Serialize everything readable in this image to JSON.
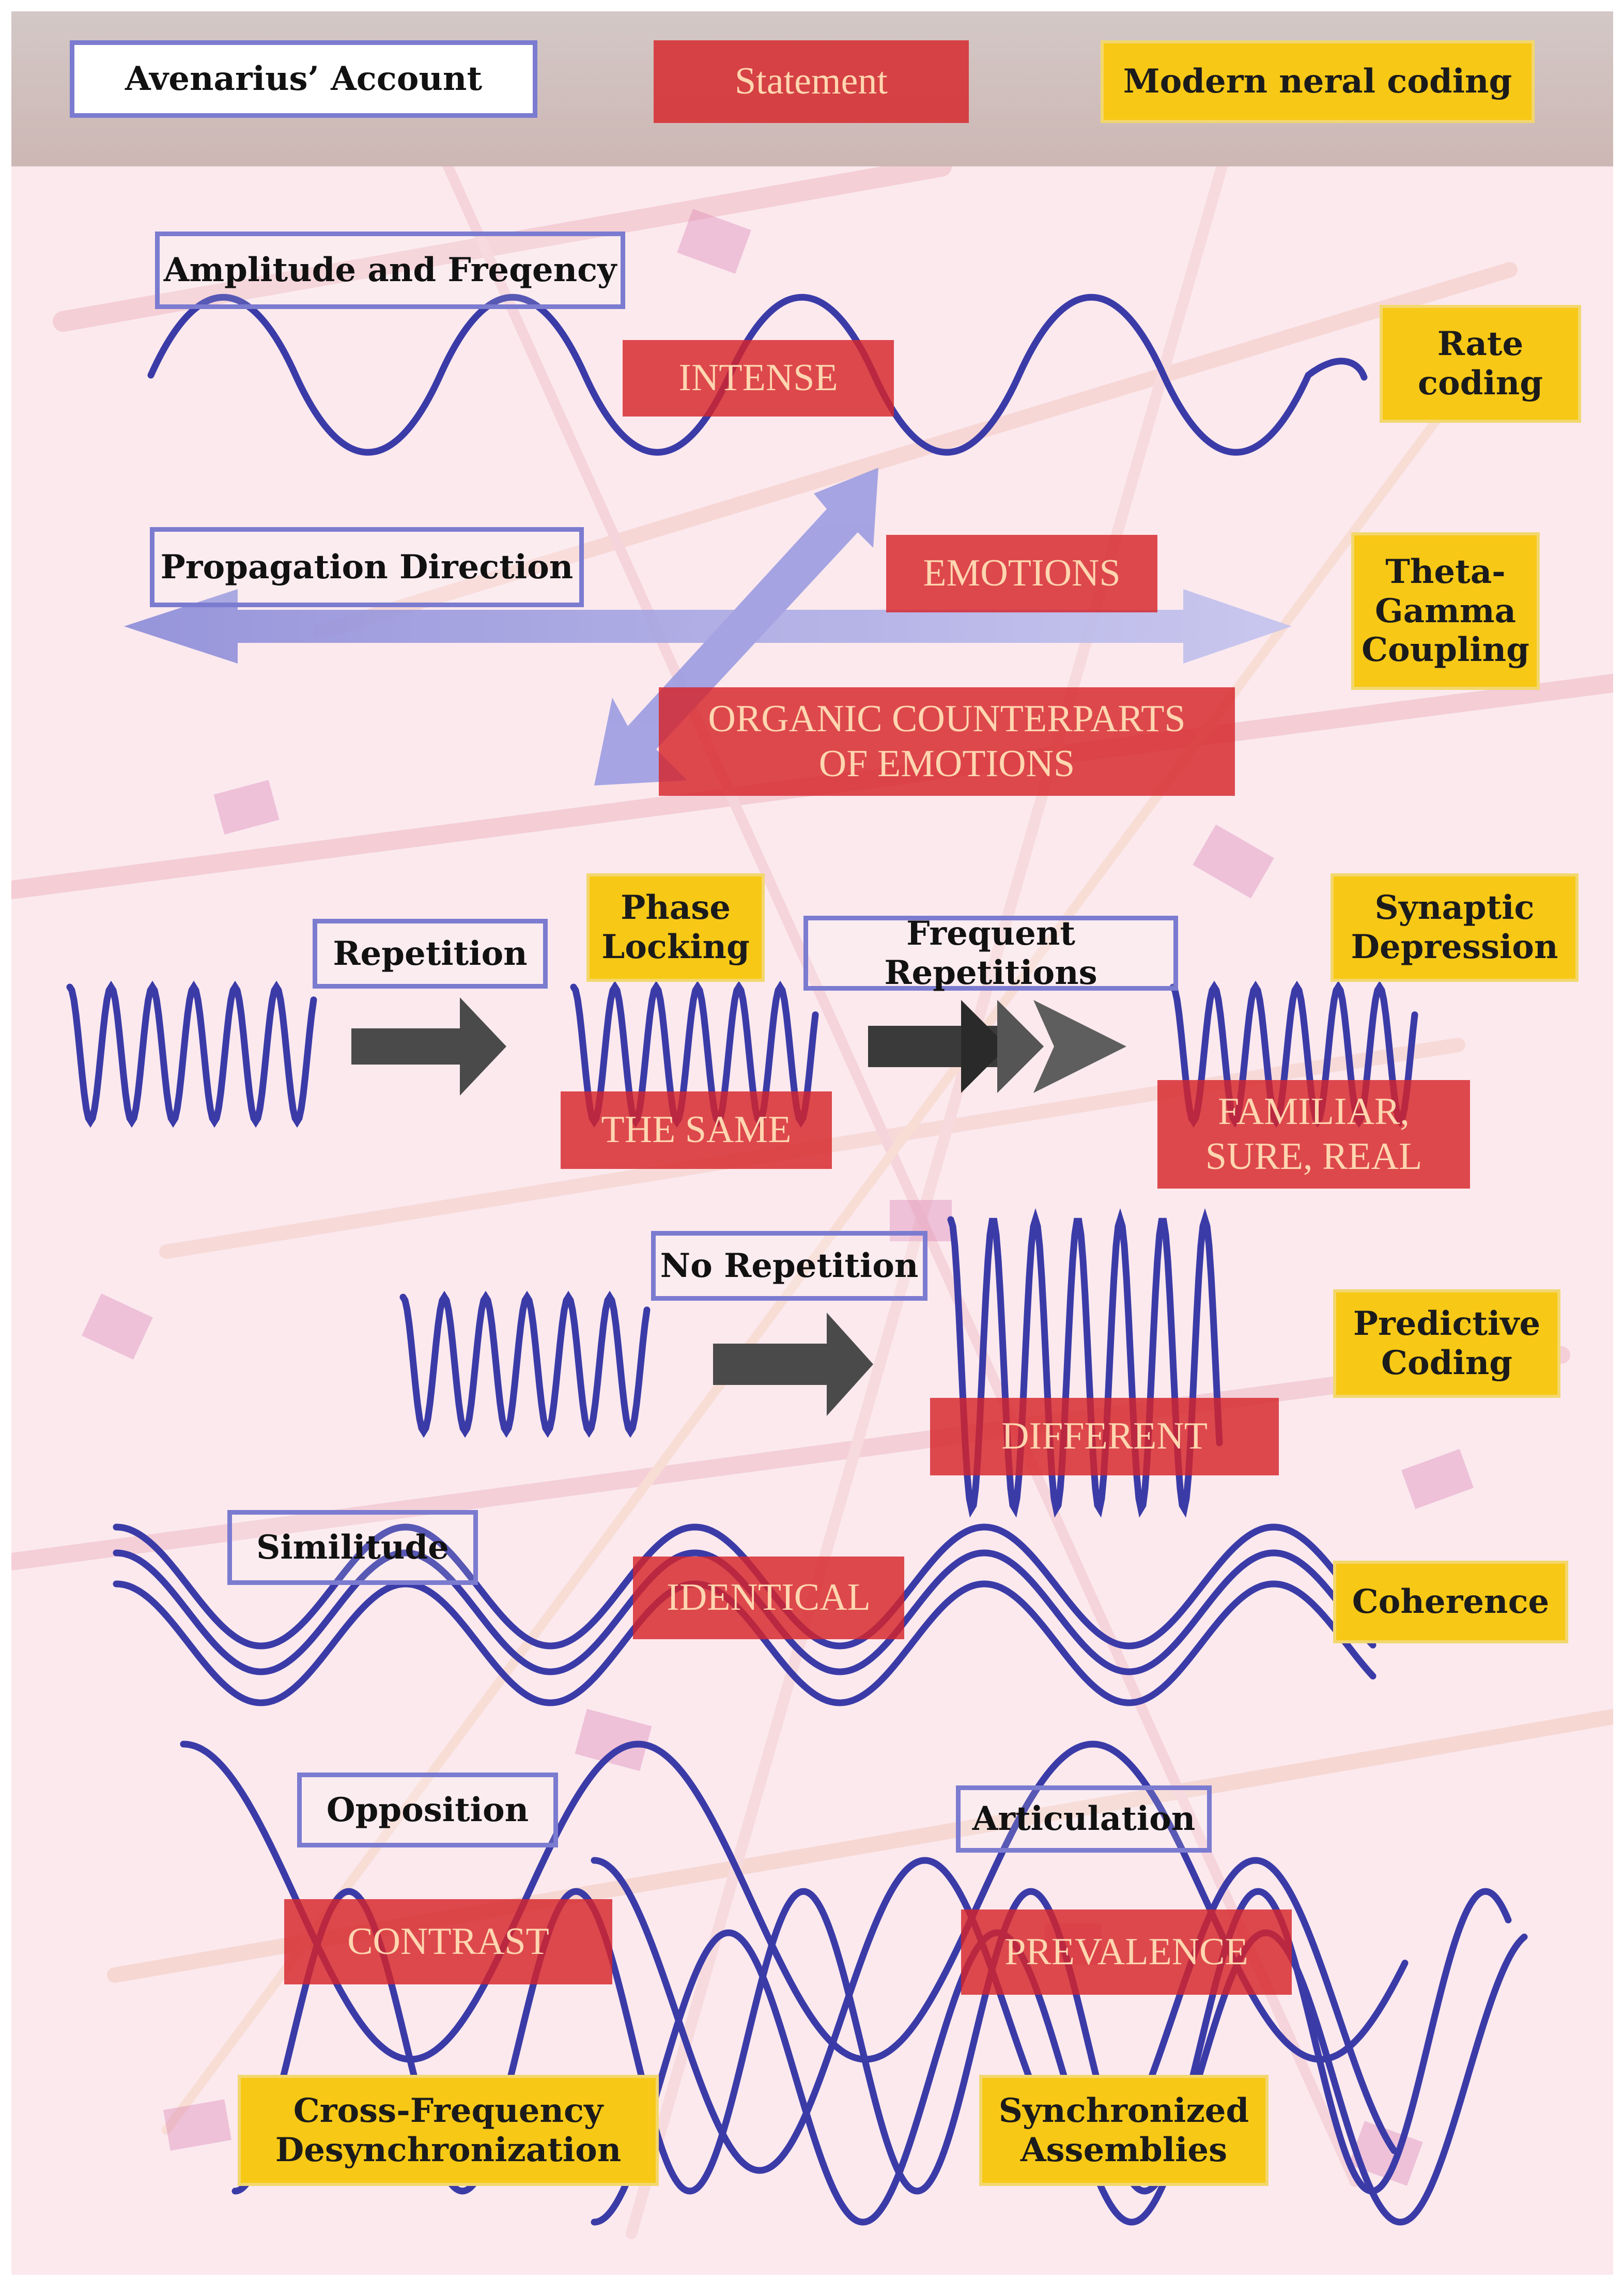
{
  "legend": {
    "account": "Avenarius’ Account",
    "statement": "Statement",
    "modern": "Modern neral coding"
  },
  "rows": {
    "amplitude": {
      "account": "Amplitude and Freqency",
      "statement": "INTENSE",
      "modern": "Rate\ncoding"
    },
    "propagation": {
      "account": "Propagation Direction",
      "statement": "EMOTIONS",
      "statement2": "ORGANIC COUNTERPARTS\nOF EMOTIONS",
      "modern": "Theta-\nGamma\nCoupling"
    },
    "repetition": {
      "account": "Repetition",
      "modern_phase": "Phase\nLocking",
      "statement": "THE SAME",
      "account2": "Frequent Repetitions",
      "modern": "Synaptic\nDepression",
      "statement2": "FAMILIAR,\nSURE, REAL"
    },
    "no_repetition": {
      "account": "No Repetition",
      "statement": "DIFFERENT",
      "modern": "Predictive\nCoding"
    },
    "similitude": {
      "account": "Similitude",
      "statement": "IDENTICAL",
      "modern": "Coherence"
    },
    "opposition": {
      "account": "Opposition",
      "statement": "CONTRAST",
      "modern": "Cross-Frequency\nDesynchronization"
    },
    "articulation": {
      "account": "Articulation",
      "statement": "PREVALENCE",
      "modern": "Synchronized\nAssemblies"
    }
  },
  "colors": {
    "wave": "#3b3ba8",
    "statement_bg": "#d6242a",
    "modern_bg": "#f7c816",
    "account_border": "#7b7bd0",
    "arrow_dark": "#4a4a4a",
    "arrow_light": "#9c9ce0"
  }
}
